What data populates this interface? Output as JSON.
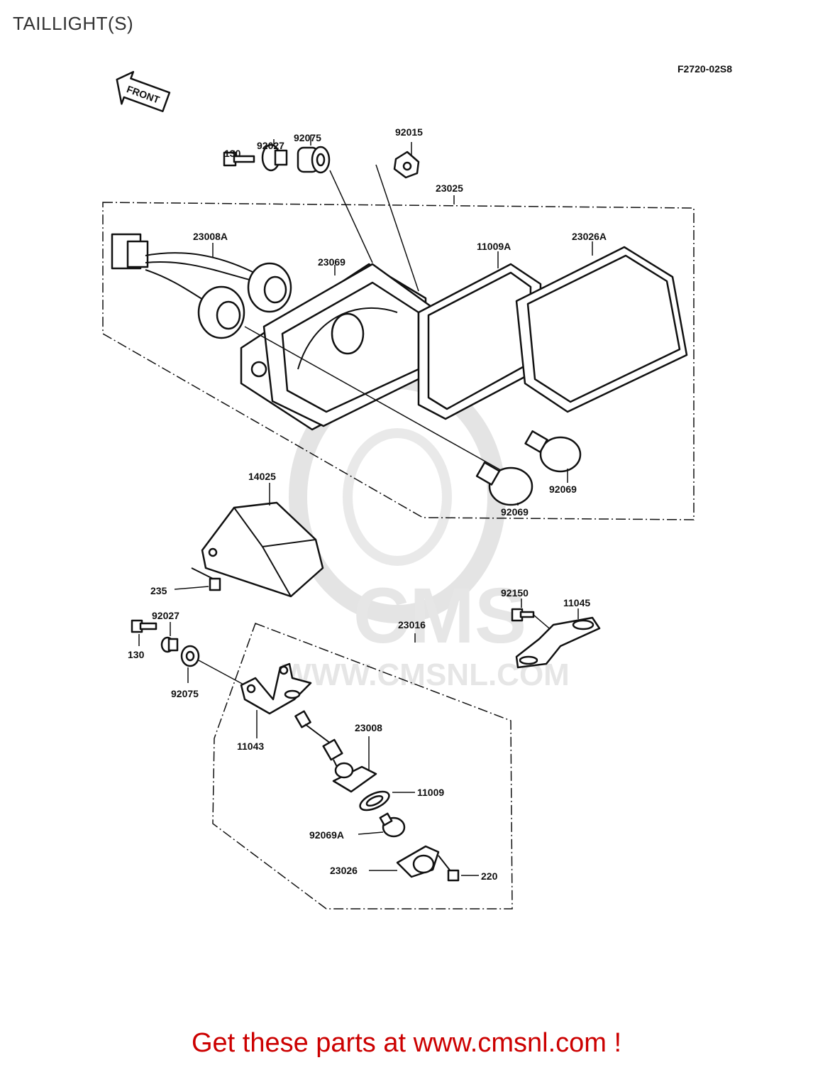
{
  "title": "TAILLIGHT(S)",
  "figure_code": "F2720-02S8",
  "front_label": "FRONT",
  "watermark": "WWW.CMSNL.COM",
  "footer": "Get these parts at www.cmsnl.com !",
  "colors": {
    "footer": "#cc0000",
    "line": "#111111",
    "watermark": "#cfcfcf"
  },
  "labels": {
    "p130_top": "130",
    "p92027_top": "92027",
    "p92075_top": "92075",
    "p92015": "92015",
    "p23025": "23025",
    "p23008A": "23008A",
    "p23069": "23069",
    "p11009A": "11009A",
    "p23026A": "23026A",
    "p92069_right": "92069",
    "p92069_left": "92069",
    "p14025": "14025",
    "p235": "235",
    "p92150": "92150",
    "p11045": "11045",
    "p92027_low": "92027",
    "p130_low": "130",
    "p23016": "23016",
    "p92075_low": "92075",
    "p11043": "11043",
    "p23008": "23008",
    "p11009": "11009",
    "p92069A": "92069A",
    "p23026": "23026",
    "p220": "220"
  }
}
